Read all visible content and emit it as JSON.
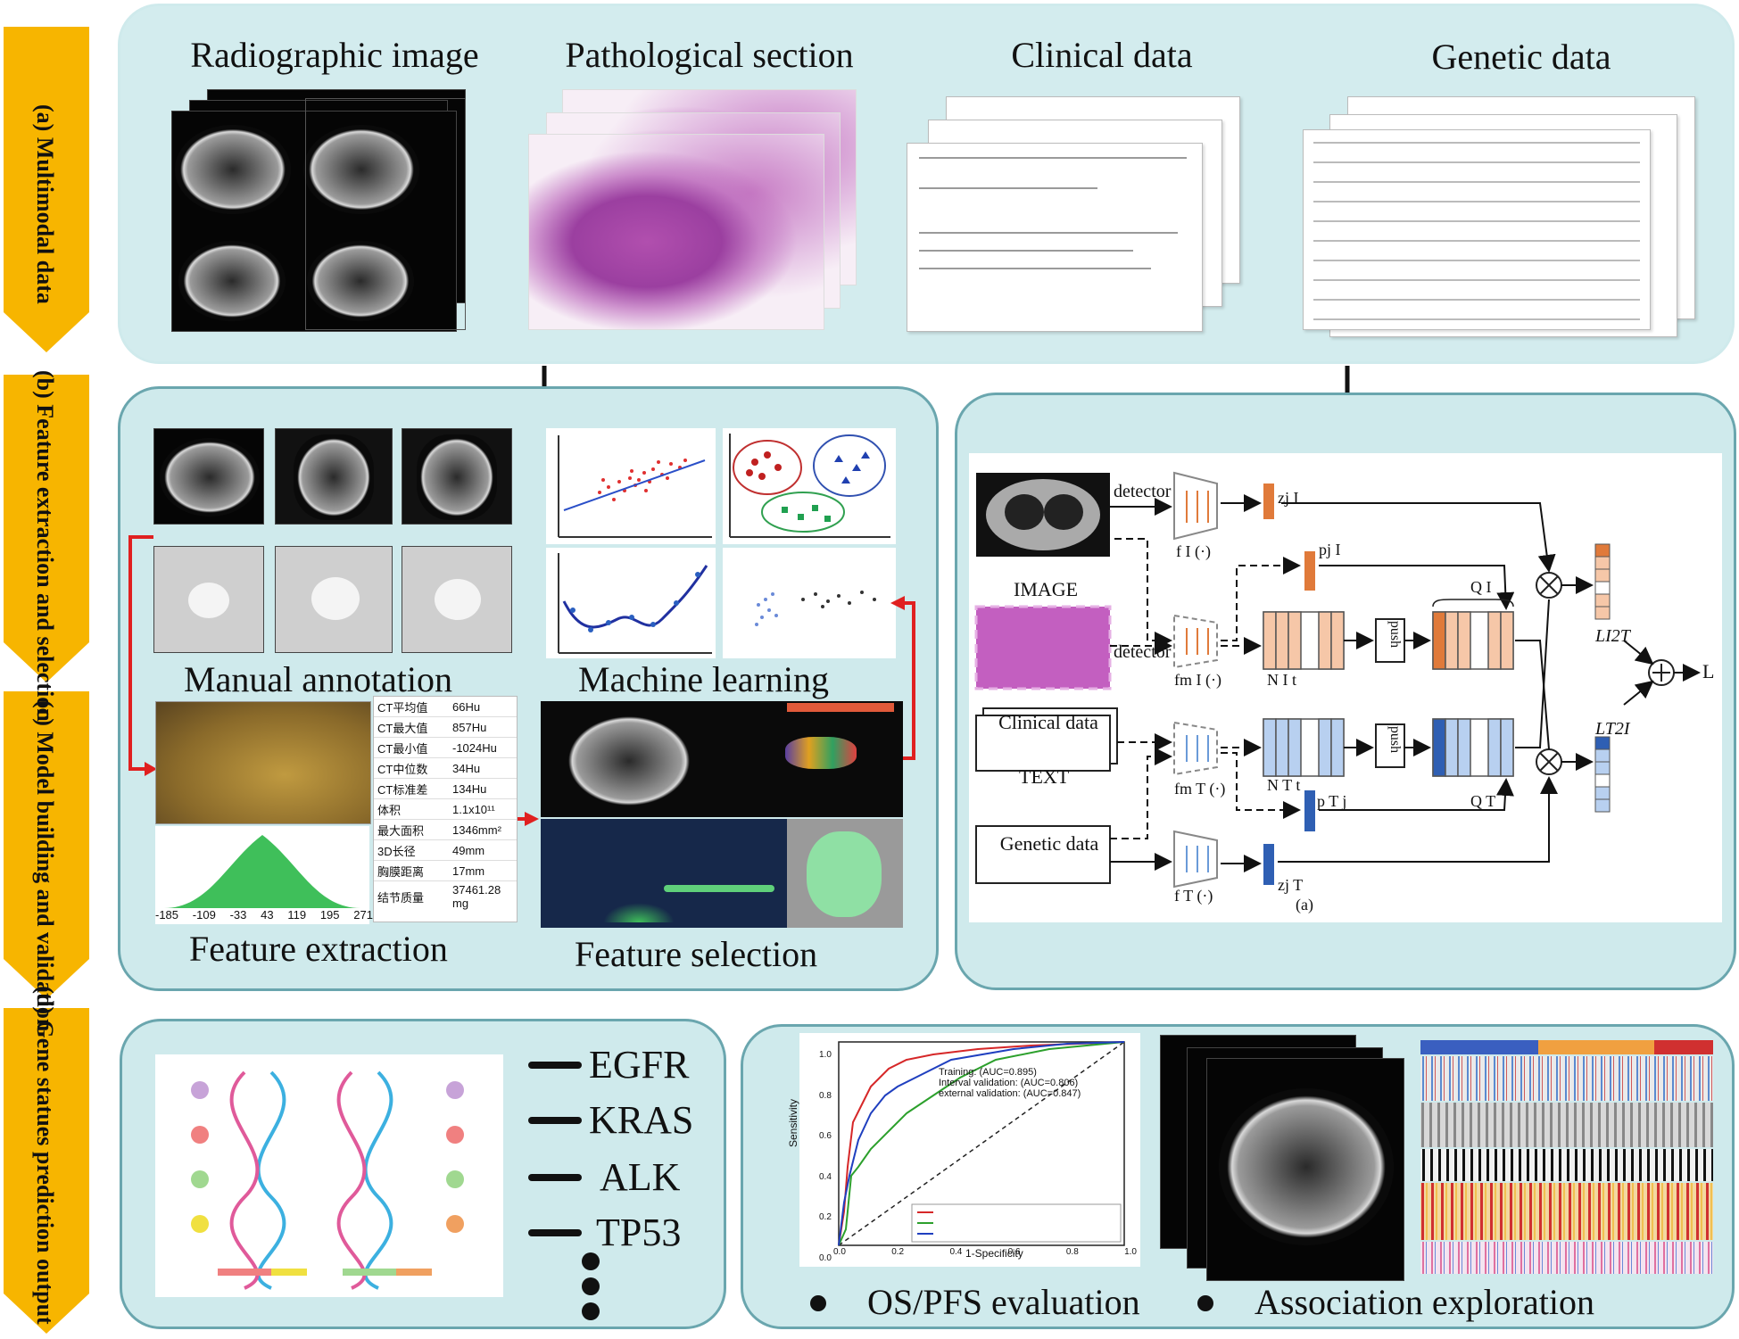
{
  "side_labels": {
    "a": "(a) Multimodal data",
    "b": "(b) Feature extraction and selection",
    "c": "(c) Model building and validation",
    "d": "(d) Gene statues prediction output"
  },
  "multimodal": {
    "titles": [
      "Radiographic image",
      "Pathological section",
      "Clinical data",
      "Genetic data"
    ]
  },
  "panel_b": {
    "manual_annotation": "Manual annotation",
    "machine_learning": "Machine learning",
    "feature_extraction": "Feature extraction",
    "feature_selection": "Feature selection",
    "ct_table": [
      [
        "CT平均值",
        "66Hu"
      ],
      [
        "CT最大值",
        "857Hu"
      ],
      [
        "CT最小值",
        "-1024Hu"
      ],
      [
        "CT中位数",
        "34Hu"
      ],
      [
        "CT标准差",
        "134Hu"
      ],
      [
        "体积",
        "1.1x10¹¹"
      ],
      [
        "最大面积",
        "1346mm²"
      ],
      [
        "3D长径",
        "49mm"
      ],
      [
        "胸膜距离",
        "17mm"
      ],
      [
        "结节质量",
        "37461.28 mg"
      ]
    ],
    "hist_ticks": [
      "-185",
      "-109",
      "-33",
      "43",
      "119",
      "195",
      "271"
    ]
  },
  "model": {
    "detector_top": "detector",
    "detector_bottom": "detector",
    "image_label": "IMAGE",
    "clinical_box": "Clinical data",
    "text_label": "TEXT",
    "genetic_box": "Genetic data",
    "push1": "push",
    "push2": "push",
    "fI": "f I (·)",
    "fmI": "fm I (·)",
    "fmT": "fm T (·)",
    "fT": "f T (·)",
    "zjI": "zj I",
    "pjI": "pj I",
    "NIt": "N I t",
    "QI": "Q I",
    "NTt": "N T t",
    "pTj": "p T j",
    "QT": "Q T",
    "zjT": "zj T",
    "LI2T": "LI2T",
    "LT2I": "LT2I",
    "L": "L",
    "caption": "(a)",
    "colors": {
      "orange": "#e07a3a",
      "blue": "#2f5fb3"
    }
  },
  "panel_d": {
    "genes": [
      "EGFR",
      "KRAS",
      "ALK",
      "TP53"
    ],
    "roc": {
      "ylabel": "Sensitivity",
      "xlabel": "1-Specificity",
      "yticks": [
        "1.0",
        "0.8",
        "0.6",
        "0.4",
        "0.2",
        "0.0"
      ],
      "xticks": [
        "0.0",
        "0.2",
        "0.4",
        "0.6",
        "0.8",
        "1.0"
      ],
      "legend": [
        {
          "name": "Training: (AUC=0.895)",
          "color": "#d62728"
        },
        {
          "name": "Interval validation: (AUC=0.806)",
          "color": "#2ca02c"
        },
        {
          "name": "external validation: (AUC=0.847)",
          "color": "#1f3fbf"
        }
      ]
    },
    "bullets": [
      "OS/PFS evaluation",
      "Association exploration"
    ]
  }
}
